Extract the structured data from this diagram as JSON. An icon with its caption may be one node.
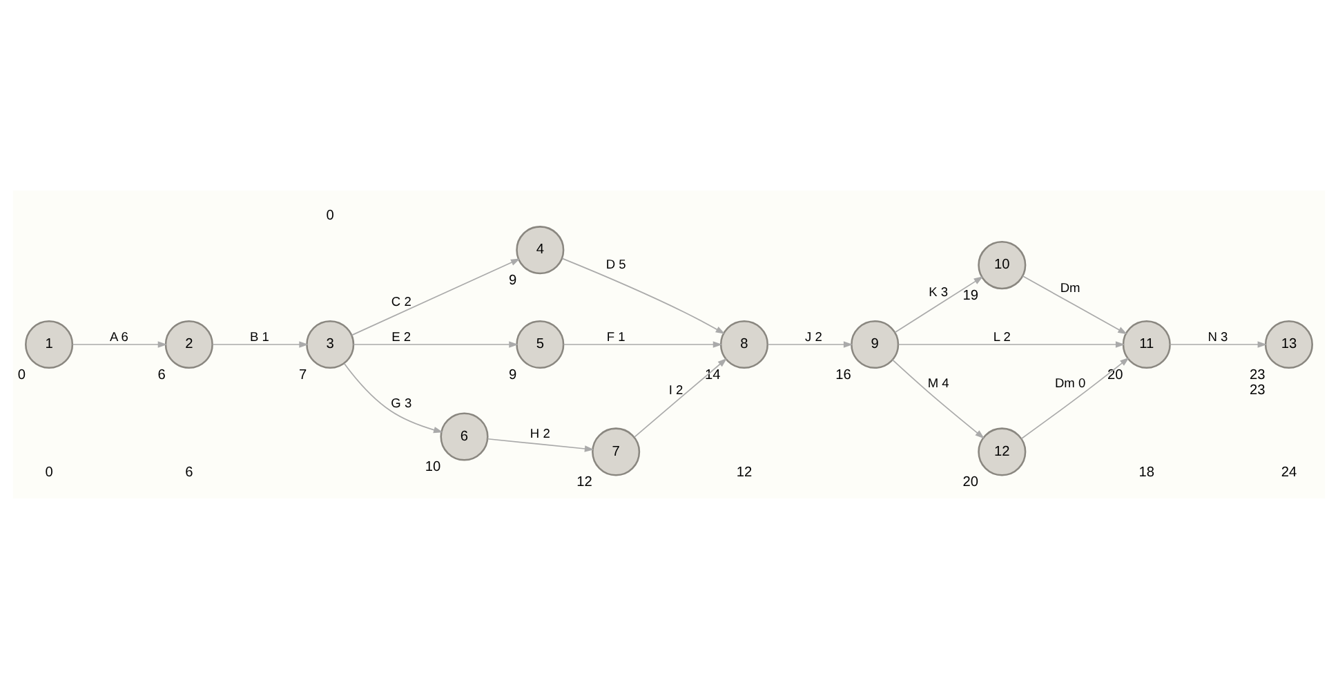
{
  "diagram": {
    "nodes": [
      {
        "text": [
          "1"
        ],
        "beside": [
          "0"
        ]
      },
      {
        "text": [
          "2"
        ],
        "beside": [
          "6"
        ]
      },
      {
        "text": [
          "3"
        ],
        "beside": [
          "7"
        ]
      },
      {
        "text": [
          "4"
        ],
        "beside": [
          "9"
        ]
      },
      {
        "text": [
          "5"
        ],
        "beside": [
          "9"
        ]
      },
      {
        "text": [
          "6"
        ],
        "beside": [
          "10"
        ]
      },
      {
        "text": [
          "7"
        ],
        "beside": [
          "12"
        ]
      },
      {
        "text": [
          "8"
        ],
        "beside": [
          "14"
        ]
      },
      {
        "text": [
          "9"
        ],
        "beside": [
          "16"
        ]
      },
      {
        "text": [
          "10"
        ],
        "beside": [
          "19"
        ]
      },
      {
        "text": [
          "11"
        ],
        "beside": [
          "20"
        ]
      },
      {
        "text": [
          "12"
        ],
        "beside": [
          "20"
        ]
      },
      {
        "text": [
          "13"
        ],
        "beside": [
          "23",
          "23"
        ]
      }
    ],
    "edges": [
      {
        "from": 0,
        "to": 1,
        "arrow": "to",
        "label": "A 6"
      },
      {
        "from": 1,
        "to": 2,
        "arrow": "to",
        "label": "B 1"
      },
      {
        "from": 2,
        "to": 3,
        "arrow": "to",
        "label": "C 2"
      },
      {
        "from": 2,
        "to": 4,
        "arrow": "to",
        "label": "E 2"
      },
      {
        "from": 2,
        "to": 5,
        "arrow": "to",
        "label": "G 3"
      },
      {
        "from": 3,
        "to": 7,
        "arrow": "to",
        "label": "D 5"
      },
      {
        "from": 4,
        "to": 7,
        "arrow": "to",
        "label": "F 1"
      },
      {
        "from": 5,
        "to": 6,
        "arrow": "to",
        "label": "H 2"
      },
      {
        "from": 6,
        "to": 7,
        "arrow": "to",
        "label": "I 2"
      },
      {
        "from": 7,
        "to": 8,
        "arrow": "to",
        "label": "J 2"
      },
      {
        "from": 8,
        "to": 9,
        "arrow": "to",
        "label": "K 3"
      },
      {
        "from": 8,
        "to": 10,
        "arrow": "to",
        "label": "L 2"
      },
      {
        "from": 8,
        "to": 11,
        "arrow": "to",
        "label": "M 4"
      },
      {
        "from": 9,
        "to": 10,
        "arrow": "to",
        "label": "Dm"
      },
      {
        "from": 11,
        "to": 10,
        "arrow": "to",
        "label": "Dm 0"
      },
      {
        "from": 10,
        "to": 12,
        "arrow": "to",
        "label": "N 3"
      }
    ],
    "labels": [
      "0",
      "0",
      "6",
      "12",
      "18",
      "24"
    ]
  }
}
